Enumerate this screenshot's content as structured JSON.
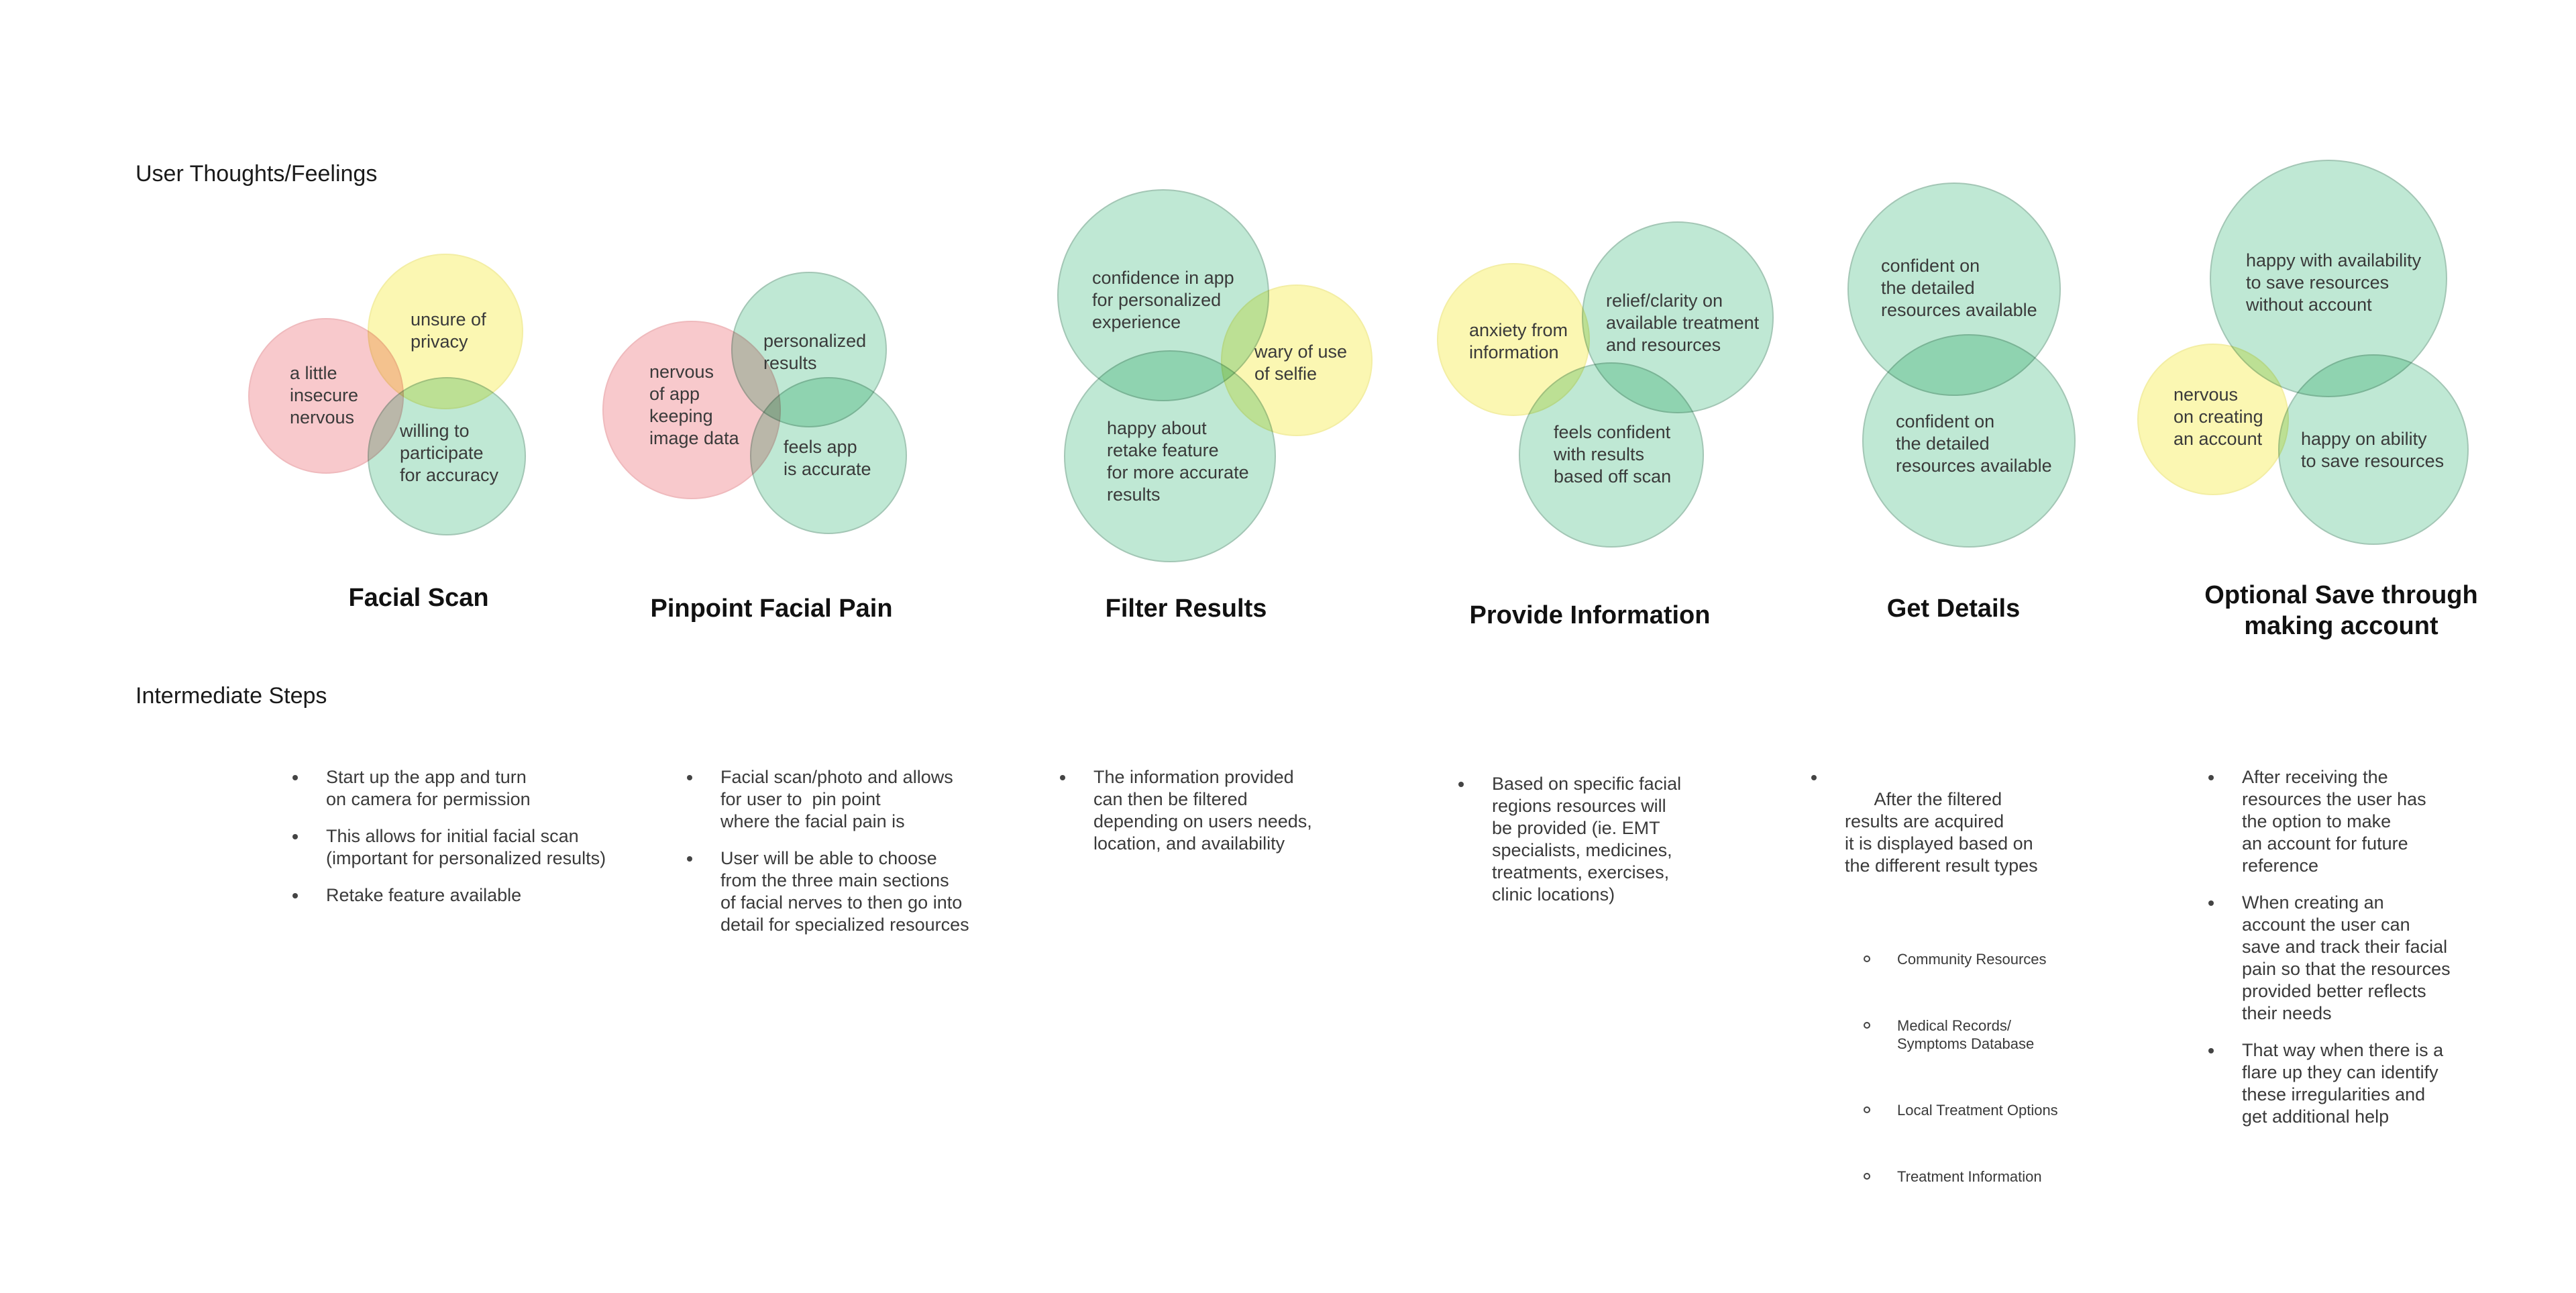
{
  "section_labels": {
    "thoughts": "User Thoughts/Feelings",
    "steps": "Intermediate Steps"
  },
  "colors": {
    "positive": "#bfe8d4",
    "negative": "#f8c9cc",
    "uncertain": "#fbf7b2"
  },
  "stages": [
    {
      "title": "Facial Scan",
      "feelings": [
        "a little\ninsecure\nnervous",
        "unsure of\nprivacy",
        "willing to\nparticipate\nfor accuracy"
      ],
      "steps": [
        "Start up the app and turn\non camera for permission",
        "This allows for initial facial scan\n(important for personalized results)",
        "Retake feature available"
      ]
    },
    {
      "title": "Pinpoint Facial Pain",
      "feelings": [
        "nervous\nof app\nkeeping\nimage data",
        "personalized\nresults",
        "feels app\nis accurate"
      ],
      "steps": [
        "Facial scan/photo and allows\nfor user to  pin point\nwhere the facial pain is",
        "User will be able to choose\nfrom the three main sections\nof facial nerves to then go into\ndetail for specialized resources"
      ]
    },
    {
      "title": "Filter Results",
      "feelings": [
        "confidence in app\nfor personalized\nexperience",
        "wary of use\nof selfie",
        "happy about\nretake feature\nfor more accurate\nresults"
      ],
      "steps": [
        "The information provided\ncan then be filtered\ndepending on users needs,\nlocation, and availability"
      ]
    },
    {
      "title": "Provide Information",
      "feelings": [
        "anxiety from\ninformation",
        "relief/clarity on\navailable treatment\nand resources",
        "feels confident\nwith results\nbased off scan"
      ],
      "steps": [
        "Based on specific facial\nregions resources will\nbe provided (ie. EMT\nspecialists, medicines,\ntreatments, exercises,\nclinic locations)"
      ]
    },
    {
      "title": "Get Details",
      "feelings": [
        "confident on\nthe detailed\nresources available",
        "confident on\nthe detailed\nresources available"
      ],
      "steps": [
        "After the filtered\nresults are acquired\nit is displayed based on\nthe different result types"
      ],
      "sub_steps": [
        "Community Resources",
        "Medical Records/\nSymptoms Database",
        "Local Treatment Options",
        "Treatment Information"
      ]
    },
    {
      "title": "Optional Save through\nmaking account",
      "feelings": [
        "happy with availability\nto save resources\nwithout account",
        "nervous\non creating\nan account",
        "happy on ability\nto save resources"
      ],
      "steps": [
        "After receiving the\nresources the user has\nthe option to make\nan account for future\nreference",
        "When creating an\naccount the user can\nsave and track their facial\npain so that the resources\nprovided better reflects\ntheir needs",
        "That way when there is a\nflare up they can identify\nthese irregularities and\nget additional help"
      ]
    }
  ]
}
